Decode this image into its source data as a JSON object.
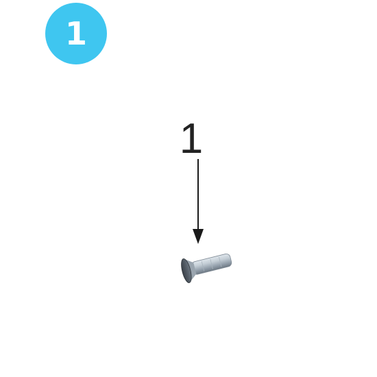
{
  "step": {
    "number": "1",
    "badge_color": "#3fc6f0"
  },
  "callouts": [
    {
      "label": "1",
      "part": "countersunk-screw"
    }
  ]
}
